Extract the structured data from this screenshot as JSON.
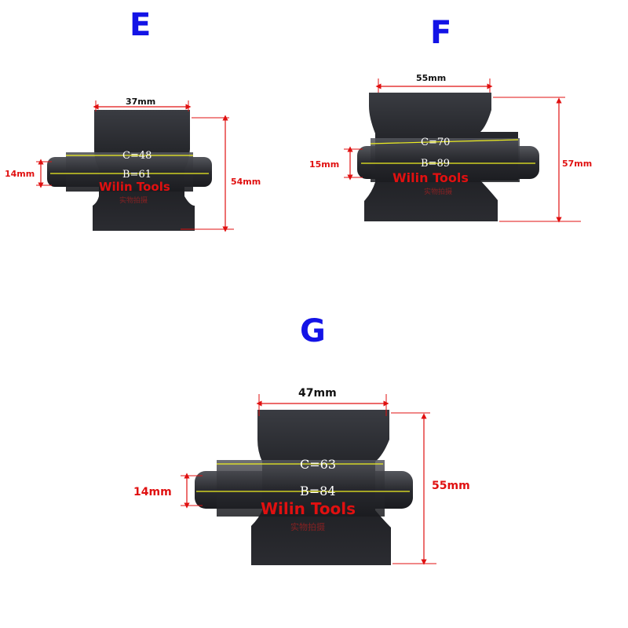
{
  "colors": {
    "title": "#1313e6",
    "dimension": "#e01010",
    "guide": "#f0f020",
    "metal": "#1e1f23"
  },
  "parts": {
    "E": {
      "title": "E",
      "top_width": "37mm",
      "shaft_dia": "14mm",
      "height": "54mm",
      "c_label": "C=48",
      "b_label": "B=61",
      "watermark": "Wilin Tools",
      "watermark_cn": "实物拍摄"
    },
    "F": {
      "title": "F",
      "top_width": "55mm",
      "shaft_dia": "15mm",
      "height": "57mm",
      "c_label": "C=70",
      "b_label": "B=89",
      "watermark": "Wilin Tools",
      "watermark_cn": "实物拍摄"
    },
    "G": {
      "title": "G",
      "top_width": "47mm",
      "shaft_dia": "14mm",
      "height": "55mm",
      "c_label": "C=63",
      "b_label": "B=84",
      "watermark": "Wilin Tools",
      "watermark_cn": "实物拍摄"
    }
  }
}
